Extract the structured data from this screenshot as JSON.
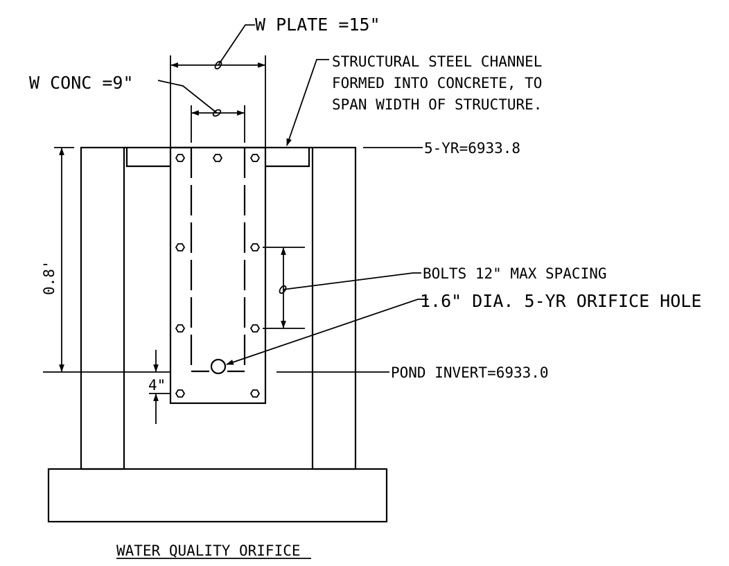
{
  "labels": {
    "w_plate": "W PLATE =15\"",
    "w_conc": "W CONC =9\"",
    "channel_line1": "STRUCTURAL STEEL CHANNEL",
    "channel_line2": "FORMED INTO CONCRETE, TO",
    "channel_line3": "SPAN WIDTH OF STRUCTURE.",
    "elev_5yr": "5-YR=6933.8",
    "height": "0.8'",
    "bolts": "BOLTS 12\" MAX SPACING",
    "orifice": "1.6\" DIA. 5-YR ORIFICE HOLE",
    "pond_invert": "POND INVERT=6933.0",
    "offset": "4\"",
    "title": "WATER QUALITY ORIFICE"
  },
  "colors": {
    "ink": "#000000",
    "paper": "#ffffff"
  }
}
